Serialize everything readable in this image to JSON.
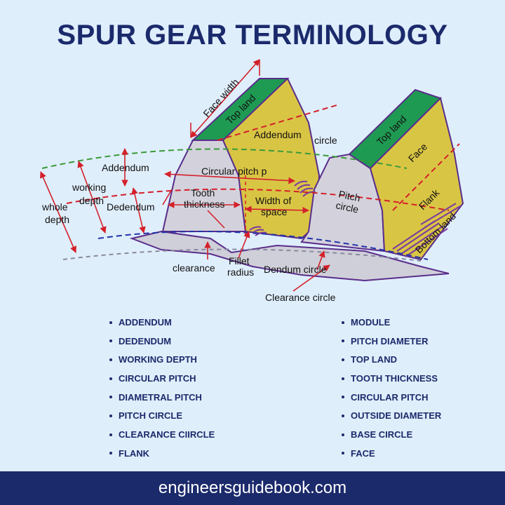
{
  "title": "SPUR GEAR TERMINOLOGY",
  "diagram_labels": {
    "face_width": "Face width",
    "top_land_left": "Top land",
    "top_land_right": "Top land",
    "addendum_circle": "Addendum",
    "circle": "circle",
    "face": "Face",
    "flank": "Flank",
    "bottom_land": "Bottom land",
    "addendum": "Addendum",
    "working": "working",
    "depth": "depth",
    "whole": "whole",
    "whole_depth": "depth",
    "dedendum": "Dedendum",
    "circular_pitch": "Circular pitch p",
    "tooth": "Tooth",
    "thickness": "thickness",
    "width_of": "Width of",
    "space": "space",
    "pitch": "Pitch",
    "pitch_circle": "circle",
    "clearance": "clearance",
    "fillet": "Fillet",
    "radius": "radius",
    "dendum_circle": "Dendum circle",
    "clearance_circle": "Clearance circle"
  },
  "terms_left": [
    "ADDENDUM",
    "DEDENDUM",
    "WORKING DEPTH",
    "CIRCULAR PITCH",
    "DIAMETRAL PITCH",
    "PITCH CIRCLE",
    "CLEARANCE CIIRCLE",
    "FLANK"
  ],
  "terms_right": [
    "MODULE",
    "PITCH DIAMETER",
    "TOP LAND",
    "TOOTH THICKNESS",
    "CIRCULAR PITCH",
    "OUTSIDE DIAMETER",
    "BASE CIRCLE",
    "FACE"
  ],
  "footer": "engineersguidebook.com",
  "colors": {
    "background": "#dfeefb",
    "navy": "#1b2a6b",
    "top_land": "#1f9a52",
    "face": "#d9c544",
    "tooth_side": "#d3d2dc",
    "outline": "#5a2d8a",
    "red_line": "#d4202a",
    "green_dash": "#3a9a3a",
    "blue_dash": "#2333a8"
  }
}
